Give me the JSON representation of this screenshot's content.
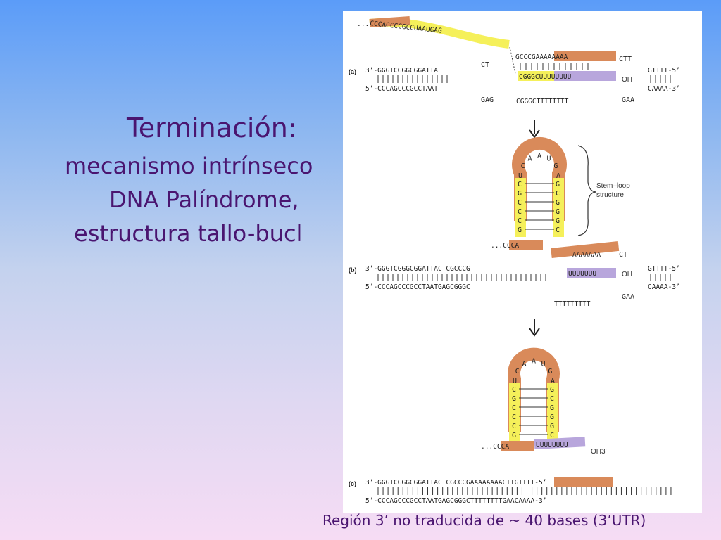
{
  "slide": {
    "title": "Terminación:",
    "line2": "mecanismo intrínseco",
    "line3": "DNA Palíndrome,",
    "line4": "estructura tallo-bucl",
    "caption": "Región 3’ no traducida  de ~ 40 bases (3’UTR)"
  },
  "figure": {
    "panel_labels": [
      "(a)",
      "(b)",
      "(c)"
    ],
    "stem_loop_label_1": "Stem–loop",
    "stem_loop_label_2": "structure",
    "panel_a": {
      "rna_tail": "CCCAGCCCGCCUAAUGAG",
      "rna_tail_prefix": "...",
      "top_strand_left": "3’-GGGTCGGGCGGATTA",
      "bottom_strand_left": "5’-CCCAGCCCGCCTAAT",
      "bubble_top_seq": "GCCCGAAAAAAAA",
      "bubble_rna_seq": "CGGGCUUUUUUUU",
      "bubble_bottom_seq": "CGGGCTTTTTTTT",
      "oh_label": "OH",
      "right_top": "GTTTT-5’",
      "right_bottom": "CAAAA-3’",
      "left_top_bend": "CT",
      "left_bottom_bend": "GAG",
      "right_top_bend": "CTT",
      "right_bottom_bend": "GAA"
    },
    "panel_b": {
      "top_strand": "3’-GGGTCGGGCGGATTACTCGCCCG",
      "bottom_strand": "5’-CCCAGCCCGCCTAATGAGCGGGC",
      "bubble_top_seq": "AAAAAAA",
      "bubble_rna_seq": "UUUUUUU",
      "bubble_bottom_seq": "TTTTTTTTT",
      "oh_label": "OH",
      "right_top": "GTTTT-5’",
      "right_bottom": "CAAAA-3’",
      "right_top_bend": "CT",
      "right_bottom_bend": "GAA",
      "rna_prefix": "...CCCA"
    },
    "panel_c": {
      "top_strand": "3’-GGGTCGGGCGGATTACTCGCCCGAAAAAAAACTTGTTTT-5’",
      "bottom_strand": "5’-CCCAGCCCGCCTAATGAGCGGGCTTTTTTTTGAACAAAA-3’",
      "rna_prefix": "...CCCA",
      "rna_u_tail": "UUUUUUUU",
      "oh3_label": "OH3’"
    },
    "hairpin": {
      "loop_bases": [
        "U",
        "C",
        "A",
        "A",
        "U",
        "G",
        "A"
      ],
      "stem_left": [
        "C",
        "G",
        "C",
        "C",
        "C",
        "G"
      ],
      "stem_right": [
        "G",
        "C",
        "G",
        "G",
        "G",
        "C"
      ]
    }
  },
  "colors": {
    "title": "#4a1570",
    "yellow_highlight": "#f5f05a",
    "orange_highlight": "#d98a5a",
    "purple_highlight": "#b8a6dc"
  }
}
